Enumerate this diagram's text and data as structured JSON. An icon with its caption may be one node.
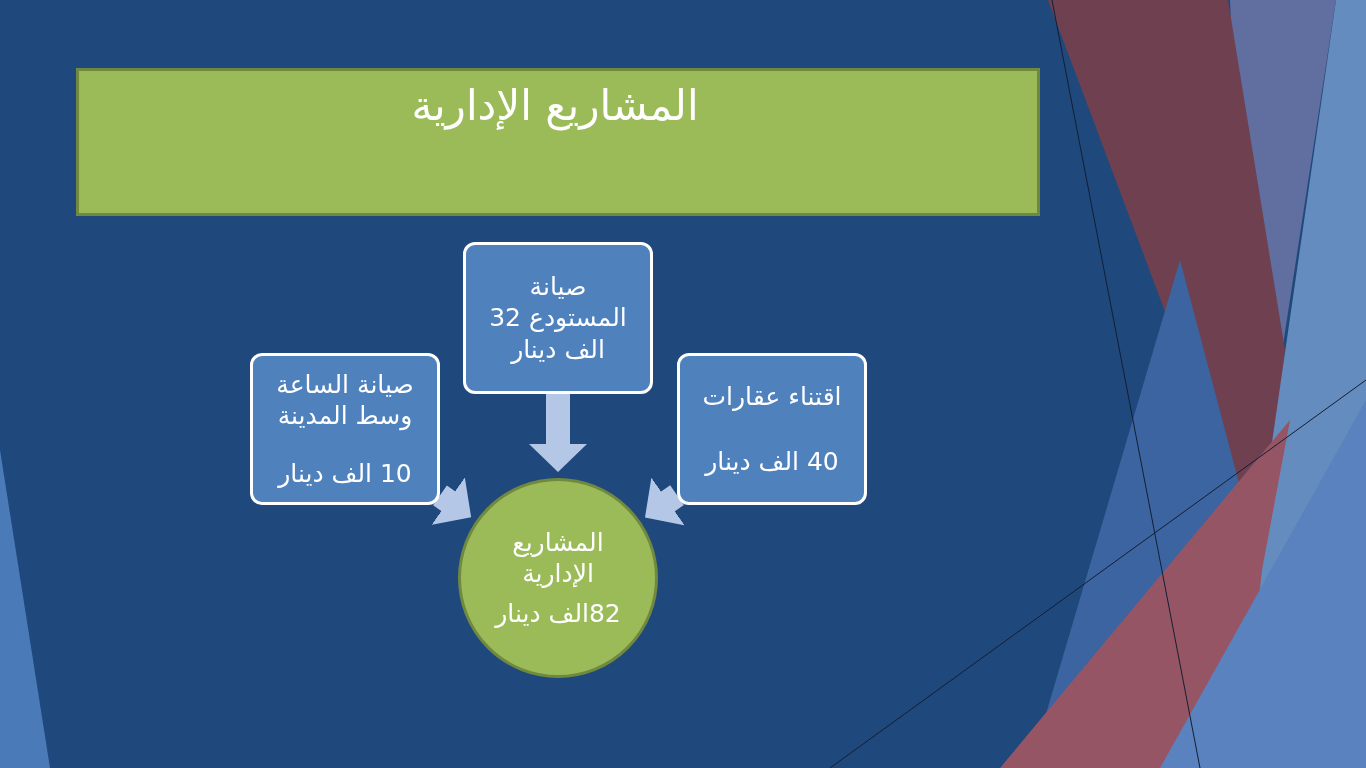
{
  "diagram": {
    "title": "المشاريع الإدارية",
    "nodes": [
      {
        "text": [
          "صيانة المستودع 32 الف دينار"
        ]
      },
      {
        "text": [
          "صيانة الساعة وسط المدينة",
          "10 الف دينار"
        ]
      },
      {
        "text": [
          "اقتناء عقارات",
          "40 الف دينار"
        ]
      },
      {
        "text": [
          "المشاريع الإدارية",
          "82الف دينار"
        ]
      }
    ],
    "edges": [
      {
        "from": 0,
        "to": 3,
        "arrow": "to"
      },
      {
        "from": 1,
        "to": 3,
        "arrow": "to"
      },
      {
        "from": 2,
        "to": 3,
        "arrow": "to"
      }
    ]
  }
}
